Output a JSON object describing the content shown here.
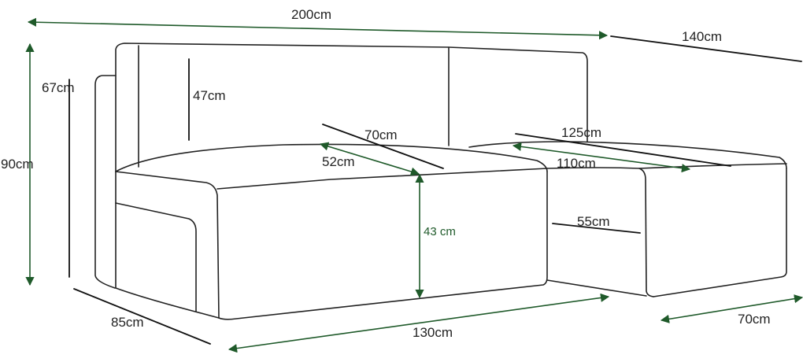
{
  "colors": {
    "outline": "#222222",
    "dimension_arrow": "#1f5a2a",
    "dimension_line": "#111111",
    "background": "#ffffff"
  },
  "dimensions": {
    "overall_width": "200cm",
    "chaise_length": "140cm",
    "overall_height": "90cm",
    "side_height": "67cm",
    "backrest_height": "47cm",
    "seat_depth_outer": "70cm",
    "seat_depth_inner": "52cm",
    "seat_height": "43 cm",
    "chaise_outer_length": "125cm",
    "chaise_inner_length": "110cm",
    "chaise_height": "55cm",
    "depth": "85cm",
    "main_width": "130cm",
    "chaise_width": "70cm"
  }
}
